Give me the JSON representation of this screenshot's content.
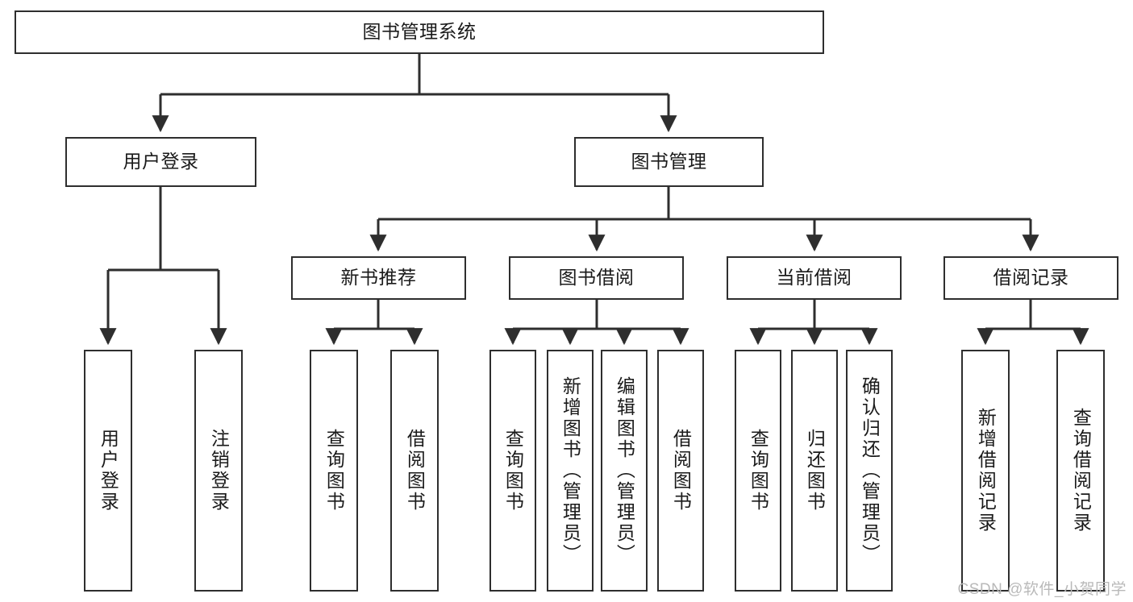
{
  "diagram": {
    "title": "图书管理系统",
    "type": "tree",
    "watermark": "CSDN @软件_小贺同学",
    "colors": {
      "box_border": "#2e2e2e",
      "box_fill": "#ffffff",
      "edge": "#2e2e2e",
      "text": "#1a1a1a",
      "watermark": "#b9b9b9"
    },
    "levels": [
      {
        "level": 1,
        "nodes": [
          {
            "id": "root",
            "label": "图书管理系统",
            "orientation": "horizontal"
          }
        ]
      },
      {
        "level": 2,
        "nodes": [
          {
            "id": "login",
            "label": "用户登录",
            "orientation": "horizontal",
            "parent": "root"
          },
          {
            "id": "bookmgmt",
            "label": "图书管理",
            "orientation": "horizontal",
            "parent": "root"
          }
        ]
      },
      {
        "level": 3,
        "nodes": [
          {
            "id": "newbook",
            "label": "新书推荐",
            "orientation": "horizontal",
            "parent": "bookmgmt"
          },
          {
            "id": "borrow",
            "label": "图书借阅",
            "orientation": "horizontal",
            "parent": "bookmgmt"
          },
          {
            "id": "current",
            "label": "当前借阅",
            "orientation": "horizontal",
            "parent": "bookmgmt"
          },
          {
            "id": "records",
            "label": "借阅记录",
            "orientation": "horizontal",
            "parent": "bookmgmt"
          }
        ]
      },
      {
        "level": 4,
        "nodes": [
          {
            "id": "leaf1",
            "label": "用户登录",
            "orientation": "vertical",
            "parent": "login"
          },
          {
            "id": "leaf2",
            "label": "注销登录",
            "orientation": "vertical",
            "parent": "login"
          },
          {
            "id": "leaf3",
            "label": "查询图书",
            "orientation": "vertical",
            "parent": "newbook"
          },
          {
            "id": "leaf4",
            "label": "借阅图书",
            "orientation": "vertical",
            "parent": "newbook"
          },
          {
            "id": "leaf5",
            "label": "查询图书",
            "orientation": "vertical",
            "parent": "borrow"
          },
          {
            "id": "leaf6",
            "label": "新增图书（管理员）",
            "orientation": "vertical",
            "parent": "borrow"
          },
          {
            "id": "leaf7",
            "label": "编辑图书（管理员）",
            "orientation": "vertical",
            "parent": "borrow"
          },
          {
            "id": "leaf8",
            "label": "借阅图书",
            "orientation": "vertical",
            "parent": "borrow"
          },
          {
            "id": "leaf9",
            "label": "查询图书",
            "orientation": "vertical",
            "parent": "current"
          },
          {
            "id": "leaf10",
            "label": "归还图书",
            "orientation": "vertical",
            "parent": "current"
          },
          {
            "id": "leaf11",
            "label": "确认归还（管理员）",
            "orientation": "vertical",
            "parent": "current"
          },
          {
            "id": "leaf12",
            "label": "新增借阅记录",
            "orientation": "vertical",
            "parent": "records"
          },
          {
            "id": "leaf13",
            "label": "查询借阅记录",
            "orientation": "vertical",
            "parent": "records"
          }
        ]
      }
    ]
  }
}
